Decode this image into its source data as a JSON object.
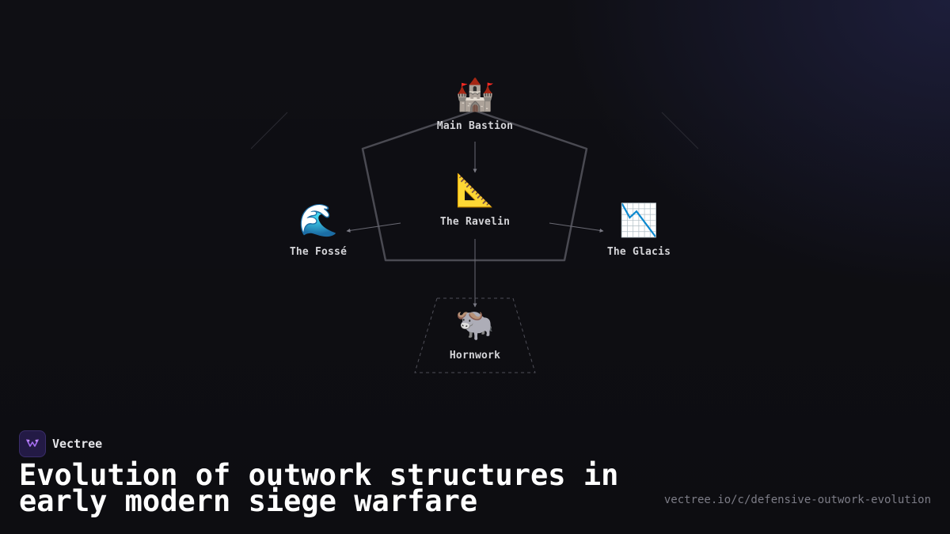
{
  "brand": {
    "name": "Vectree",
    "logo_icon": "vectree-logo-icon",
    "accent": "#8b5cf6"
  },
  "title": "Evolution of outwork structures in early modern siege warfare",
  "url": "vectree.io/c/defensive-outwork-evolution",
  "diagram": {
    "nodes": [
      {
        "id": "main-bastion",
        "label": "Main Bastion",
        "emoji": "🏰",
        "icon": "castle-icon"
      },
      {
        "id": "ravelin",
        "label": "The Ravelin",
        "emoji": "📐",
        "icon": "triangular-ruler-icon"
      },
      {
        "id": "fosse",
        "label": "The Fossé",
        "emoji": "🌊",
        "icon": "water-wave-icon"
      },
      {
        "id": "glacis",
        "label": "The Glacis",
        "emoji": "📉",
        "icon": "chart-decreasing-icon"
      },
      {
        "id": "hornwork",
        "label": "Hornwork",
        "emoji": "🐃",
        "icon": "water-buffalo-icon"
      }
    ],
    "edges": [
      {
        "from": "main-bastion",
        "to": "ravelin"
      },
      {
        "from": "ravelin",
        "to": "fosse"
      },
      {
        "from": "ravelin",
        "to": "glacis"
      },
      {
        "from": "ravelin",
        "to": "hornwork"
      }
    ],
    "colors": {
      "pentagon_stroke": "#4a4a52",
      "edge_stroke": "#6a6a74",
      "dashed_stroke": "#4f4f58"
    }
  }
}
